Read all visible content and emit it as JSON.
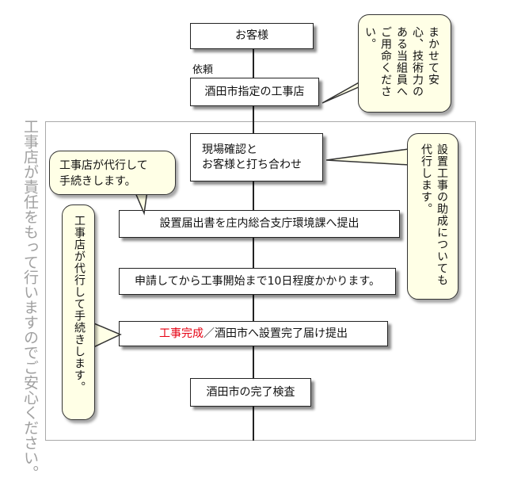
{
  "flow": {
    "customer": "お客様",
    "request_label": "依頼",
    "designated_shop": "酒田市指定の工事店",
    "site_survey_line1": "現場確認と",
    "site_survey_line2": "お客様と打ち合わせ",
    "submit_application": "設置届出書を庄内総合支庁環境課へ提出",
    "wait_period": "申請してから工事開始まで10日程度かかります。",
    "complete_red": "工事完成",
    "complete_rest": "／酒田市へ設置完了届け提出",
    "inspection": "酒田市の完了検査"
  },
  "bubbles": {
    "top_right": "まかせて安心、技術力のある当組員へご用命ください。",
    "mid_left_line1": "工事店が代行して",
    "mid_left_line2": "手続きします。",
    "left_vertical": "工事店が代行して手続きします。",
    "right_vertical": "設置工事の助成についても代行します。"
  },
  "side_note": "工事店が責任をもって行いますのでご安心ください。",
  "colors": {
    "accent_red": "#e60012",
    "bubble_fill": "#ffffe6",
    "frame_gray": "#a9a9a9"
  }
}
